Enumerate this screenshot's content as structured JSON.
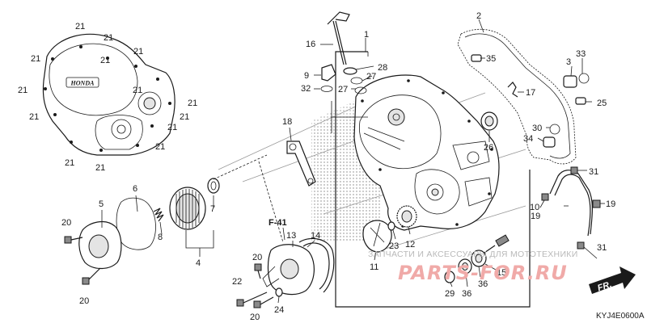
{
  "diagram": {
    "part_labels": {
      "p1": "1",
      "p2": "2",
      "p3": "3",
      "p4": "4",
      "p5": "5",
      "p6": "6",
      "p7": "7",
      "p8": "8",
      "p9": "9",
      "p10": "10",
      "p11": "11",
      "p12": "12",
      "p13": "13",
      "p14": "14",
      "p15": "15",
      "p16": "16",
      "p17": "17",
      "p18": "18",
      "p19": "19",
      "p20": "20",
      "p21": "21",
      "p22": "22",
      "p23": "23",
      "p24": "24",
      "p25": "25",
      "p26": "26",
      "p27": "27",
      "p28": "28",
      "p29": "29",
      "p30": "30",
      "p31": "31",
      "p32": "32",
      "p33": "33",
      "p34": "34",
      "p35": "35",
      "p36": "36"
    },
    "reference_label": "F-41",
    "cover_logo_text": "HONDA",
    "watermark_text": "ЗАПЧАСТИ И АКСЕССУАРЫ ДЛЯ МОТОТЕХНИКИ",
    "watermark_brand": "PARTS-FOR.RU",
    "front_indicator": "FR.",
    "diagram_code": "KYJ4E0600A"
  }
}
